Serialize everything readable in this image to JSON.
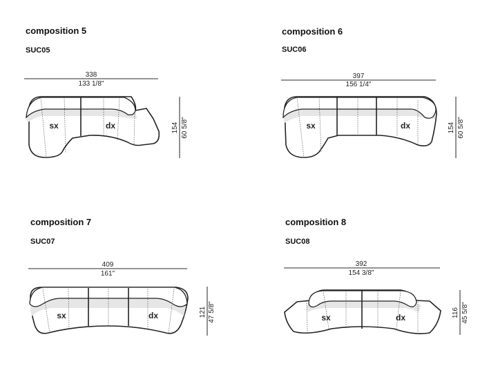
{
  "compositions": [
    {
      "title": "composition 5",
      "code": "SUC05",
      "width_cm": "338",
      "width_in": "133 1/8\"",
      "depth_cm": "154",
      "depth_in": "60 5/8\"",
      "left_label": "sx",
      "right_label": "dx"
    },
    {
      "title": "composition 6",
      "code": "SUC06",
      "width_cm": "397",
      "width_in": "156 1/4\"",
      "depth_cm": "154",
      "depth_in": "60 5/8\"",
      "left_label": "sx",
      "right_label": "dx"
    },
    {
      "title": "composition 7",
      "code": "SUC07",
      "width_cm": "409",
      "width_in": "161\"",
      "depth_cm": "121",
      "depth_in": "47 5/8\"",
      "left_label": "sx",
      "right_label": "dx"
    },
    {
      "title": "composition 8",
      "code": "SUC08",
      "width_cm": "392",
      "width_in": "154 3/8\"",
      "depth_cm": "116",
      "depth_in": "45 5/8\"",
      "left_label": "sx",
      "right_label": "dx"
    }
  ]
}
